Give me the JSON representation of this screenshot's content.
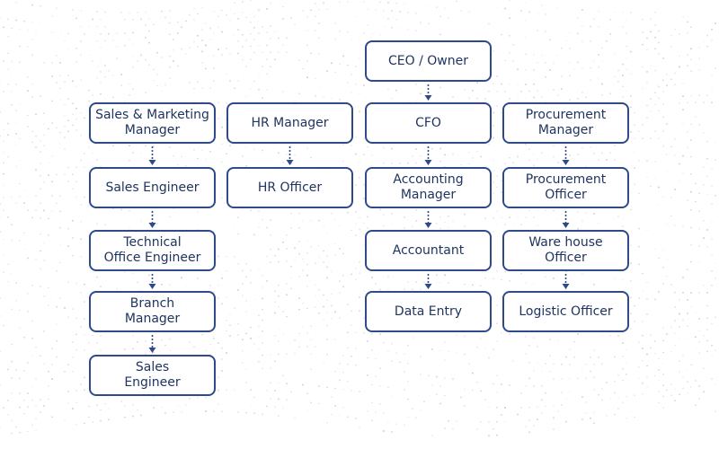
{
  "colors": {
    "box_border": "#2e4a8a",
    "text": "#1f3560",
    "connector": "#2e4a8a",
    "background_dots": "#b8bec9"
  },
  "nodes": {
    "ceo": "CEO / Owner",
    "sales_marketing_manager": "Sales & Marketing\nManager",
    "hr_manager": "HR Manager",
    "cfo": "CFO",
    "procurement_manager": "Procurement\nManager",
    "sales_engineer_1": "Sales Engineer",
    "hr_officer": "HR Officer",
    "accounting_manager": "Accounting\nManager",
    "procurement_officer": "Procurement\nOfficer",
    "technical_office_engineer": "Technical\nOffice Engineer",
    "accountant": "Accountant",
    "warehouse_officer": "Ware house\nOfficer",
    "branch_manager": "Branch\nManager",
    "data_entry": "Data Entry",
    "logistic_officer": "Logistic Officer",
    "sales_engineer_2": "Sales\nEngineer"
  },
  "edges": [
    [
      "ceo",
      "cfo"
    ],
    [
      "sales_marketing_manager",
      "sales_engineer_1"
    ],
    [
      "sales_engineer_1",
      "technical_office_engineer"
    ],
    [
      "technical_office_engineer",
      "branch_manager"
    ],
    [
      "branch_manager",
      "sales_engineer_2"
    ],
    [
      "hr_manager",
      "hr_officer"
    ],
    [
      "cfo",
      "accounting_manager"
    ],
    [
      "accounting_manager",
      "accountant"
    ],
    [
      "accountant",
      "data_entry"
    ],
    [
      "procurement_manager",
      "procurement_officer"
    ],
    [
      "procurement_officer",
      "warehouse_officer"
    ],
    [
      "warehouse_officer",
      "logistic_officer"
    ]
  ]
}
